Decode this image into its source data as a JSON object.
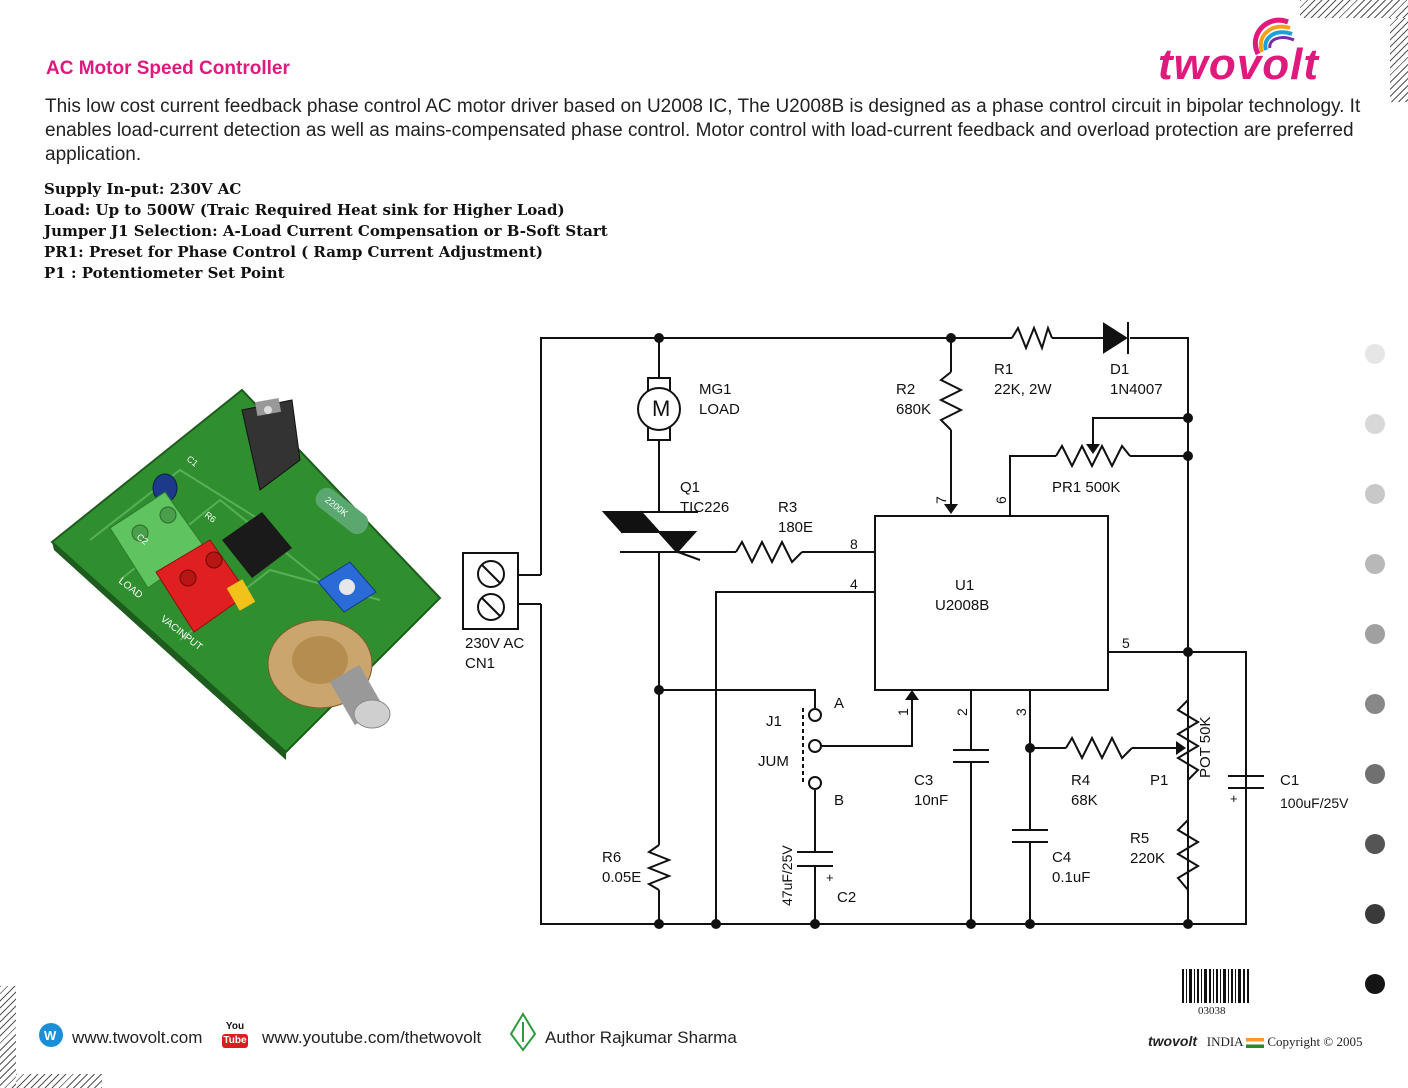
{
  "header": {
    "title": "AC Motor Speed Controller",
    "intro": "This low cost current feedback phase control AC motor driver based on U2008 IC, The U2008B is designed as a phase control circuit in bipolar technology. It enables load-current detection as well as mains-compensated phase control. Motor control with load-current feedback and overload protection are preferred application.",
    "specs": [
      "Supply In-put:  230V AC",
      "Load: Up to 500W (Traic Required Heat sink for Higher Load)",
      "Jumper J1 Selection: A-Load Current Compensation or B-Soft Start",
      "PR1: Preset for Phase Control ( Ramp Current Adjustment)",
      "P1 : Potentiometer Set Point"
    ]
  },
  "logo": {
    "part1": "two",
    "part2": "volt"
  },
  "board_photo": {
    "silkscreen": [
      "LOAD",
      "VACINPUT",
      "R6",
      "C1",
      "C2"
    ]
  },
  "schematic": {
    "labels": {
      "mg1": "MG1",
      "load": "LOAD",
      "motor": "M",
      "r2": "R2",
      "r2_val": "680K",
      "r1": "R1",
      "r1_val": "22K, 2W",
      "d1": "D1",
      "d1_val": "1N4007",
      "q1": "Q1",
      "q1_val": "TIC226",
      "r3": "R3",
      "r3_val": "180E",
      "pr1": "PR1   500K",
      "u1": "U1",
      "u1_val": "U2008B",
      "cn1_val": "230V AC",
      "cn1": "CN1",
      "j1": "J1",
      "jum": "JUM",
      "a": "A",
      "b": "B",
      "c3": "C3",
      "c3_val": "10nF",
      "r4": "R4",
      "r4_val": "68K",
      "p1": "P1",
      "pot": "POT 50K",
      "c1": "C1",
      "c1_val": "100uF/25V",
      "r5": "R5",
      "r5_val": "220K",
      "c4": "C4",
      "c4_val": "0.1uF",
      "r6": "R6",
      "r6_val": "0.05E",
      "c2_val": "47uF/25V",
      "c2": "C2",
      "plus": "+",
      "pin1": "1",
      "pin2": "2",
      "pin3": "3",
      "pin4": "4",
      "pin5": "5",
      "pin6": "6",
      "pin7": "7",
      "pin8": "8"
    }
  },
  "footer": {
    "website": "www.twovolt.com",
    "youtube_badge_top": "You",
    "youtube_badge_bottom": "Tube",
    "youtube": "www.youtube.com/thetwovolt",
    "author": "Author Rajkumar Sharma",
    "barcode_number": "03038",
    "brand": "twovolt",
    "country": "INDIA",
    "copyright": "Copyright",
    "year": "2005"
  },
  "colors": {
    "title": "#e0197d",
    "pcb_green": "#2f8f2f",
    "terminal_red": "#e02020",
    "terminal_green": "#5fc35f",
    "wire": "#111111"
  }
}
